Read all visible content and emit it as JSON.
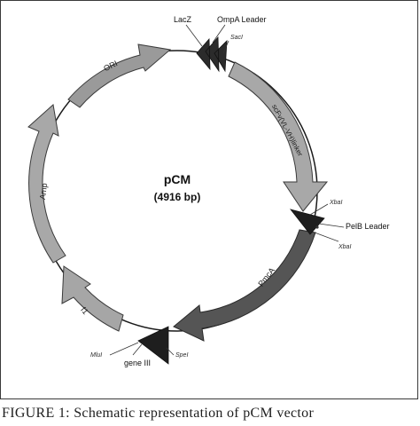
{
  "plasmid": {
    "name": "pCM",
    "size": "(4916 bp)"
  },
  "features": {
    "ori": "ORI",
    "scfv": "scFv(VL-VH)linker",
    "pmlc": "PmcA",
    "f1": "f1",
    "amp": "Amp"
  },
  "callouts": {
    "lacz": "LacZ",
    "ompa": "OmpA Leader",
    "pelb": "PelB Leader",
    "gene3": "gene III"
  },
  "sites": {
    "sacI": "SacI",
    "xbaI_top": "XbaI",
    "xbaI_bottom": "XbaI",
    "mluI": "MluI",
    "speI": "SpeI"
  },
  "caption": "FIGURE 1: Schematic representation of pCM vector"
}
